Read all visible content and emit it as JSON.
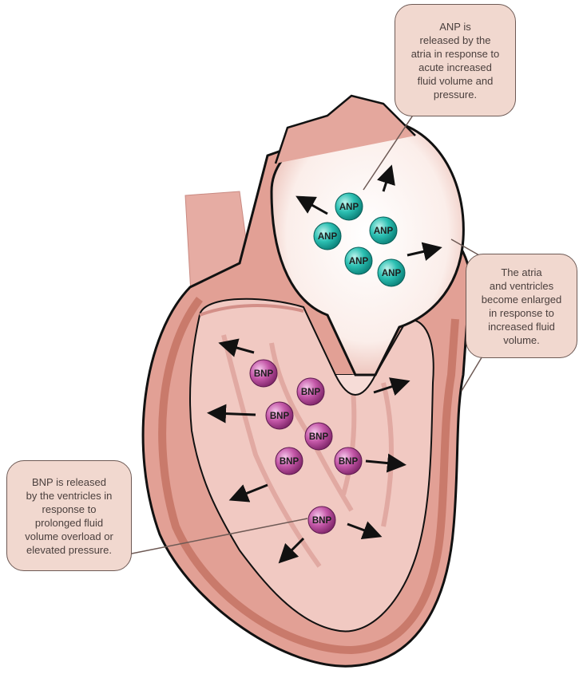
{
  "title": "Natriuretic peptide release from the heart",
  "callouts": {
    "anp": [
      "ANP is",
      "released by the",
      "atria in response to",
      "acute increased",
      "fluid volume and",
      "pressure."
    ],
    "enlarged": [
      "The atria",
      "and ventricles",
      "become enlarged",
      "in response to",
      "increased fluid",
      "volume."
    ],
    "bnp": [
      "BNP is released",
      "by the ventricles in",
      "response to",
      "prolonged fluid",
      "volume overload or",
      "elevated pressure."
    ]
  },
  "molecules": {
    "anp_label": "ANP",
    "bnp_label": "BNP",
    "anp_count": 5,
    "bnp_count": 7
  },
  "colors": {
    "anp": "#1fb5a8",
    "bnp": "#b5479a",
    "tissue": "#e9b4ab",
    "callout": "#f1d8cf"
  }
}
